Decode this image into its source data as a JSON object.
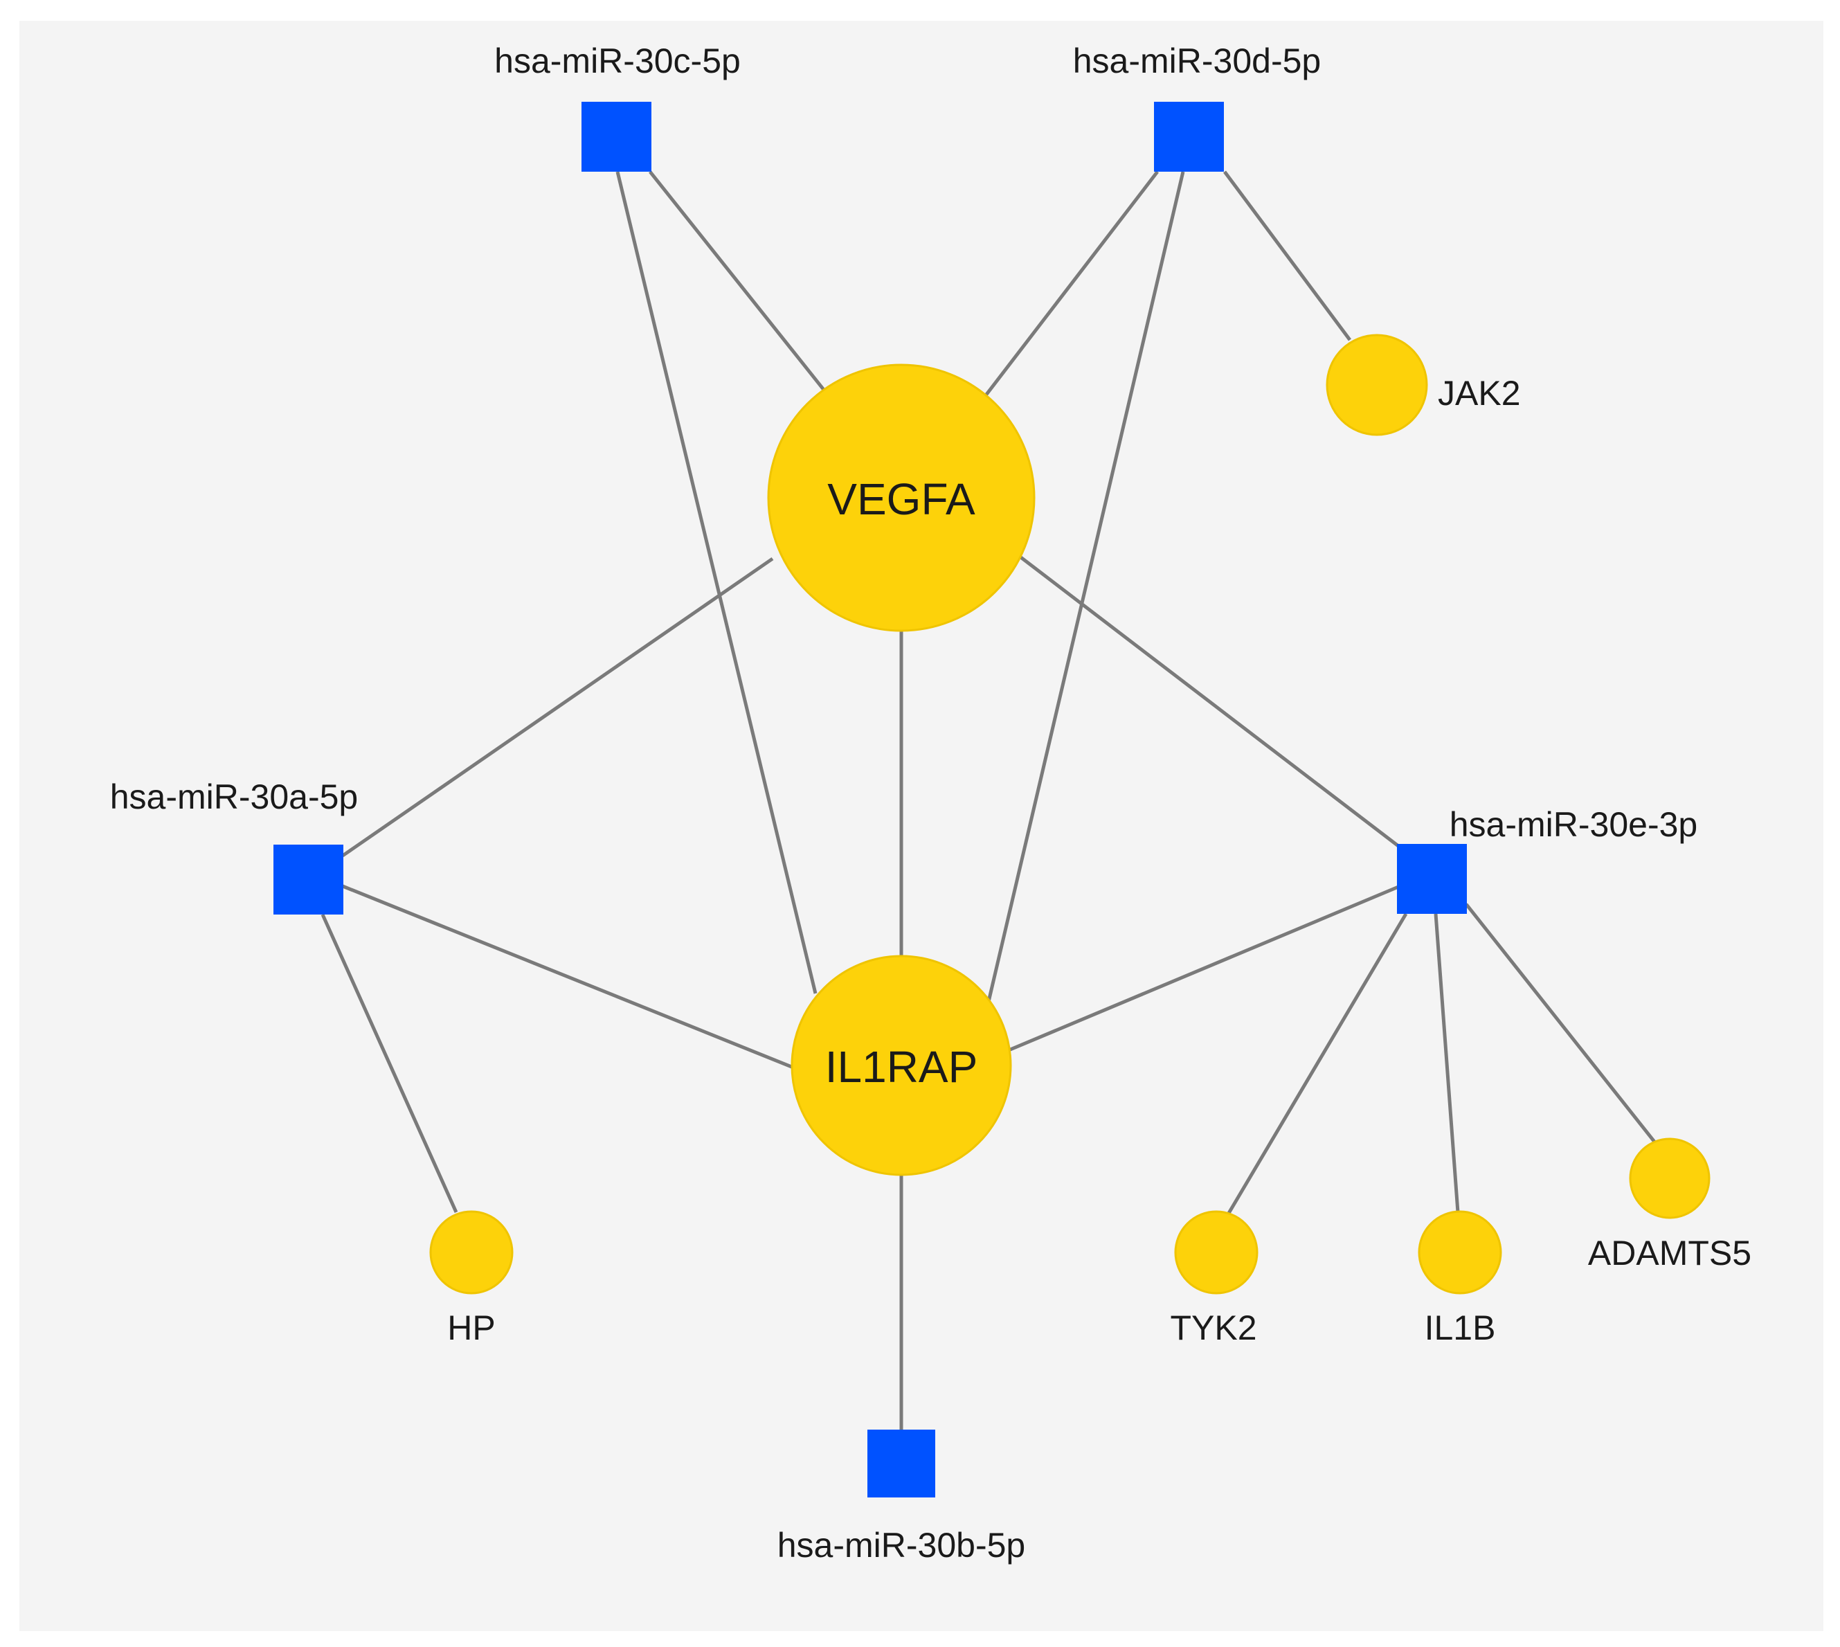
{
  "colors": {
    "background": "#f4f4f4",
    "gene_node": "#fdd20a",
    "mirna_node": "#0052ff",
    "edge": "#7a7a7a"
  },
  "nodes": {
    "vegfa": {
      "label": "VEGFA",
      "type": "gene"
    },
    "il1rap": {
      "label": "IL1RAP",
      "type": "gene"
    },
    "jak2": {
      "label": "JAK2",
      "type": "gene"
    },
    "hp": {
      "label": "HP",
      "type": "gene"
    },
    "tyk2": {
      "label": "TYK2",
      "type": "gene"
    },
    "il1b": {
      "label": "IL1B",
      "type": "gene"
    },
    "adamts5": {
      "label": "ADAMTS5",
      "type": "gene"
    },
    "mir30c": {
      "label": "hsa-miR-30c-5p",
      "type": "miRNA"
    },
    "mir30d": {
      "label": "hsa-miR-30d-5p",
      "type": "miRNA"
    },
    "mir30a": {
      "label": "hsa-miR-30a-5p",
      "type": "miRNA"
    },
    "mir30e": {
      "label": "hsa-miR-30e-3p",
      "type": "miRNA"
    },
    "mir30b": {
      "label": "hsa-miR-30b-5p",
      "type": "miRNA"
    }
  },
  "edges": [
    [
      "mir30c",
      "vegfa"
    ],
    [
      "mir30c",
      "il1rap"
    ],
    [
      "mir30d",
      "vegfa"
    ],
    [
      "mir30d",
      "il1rap"
    ],
    [
      "mir30d",
      "jak2"
    ],
    [
      "mir30a",
      "vegfa"
    ],
    [
      "mir30a",
      "il1rap"
    ],
    [
      "mir30a",
      "hp"
    ],
    [
      "mir30e",
      "vegfa"
    ],
    [
      "mir30e",
      "il1rap"
    ],
    [
      "mir30e",
      "tyk2"
    ],
    [
      "mir30e",
      "il1b"
    ],
    [
      "mir30e",
      "adamts5"
    ],
    [
      "mir30b",
      "il1rap"
    ],
    [
      "vegfa",
      "il1rap"
    ]
  ]
}
